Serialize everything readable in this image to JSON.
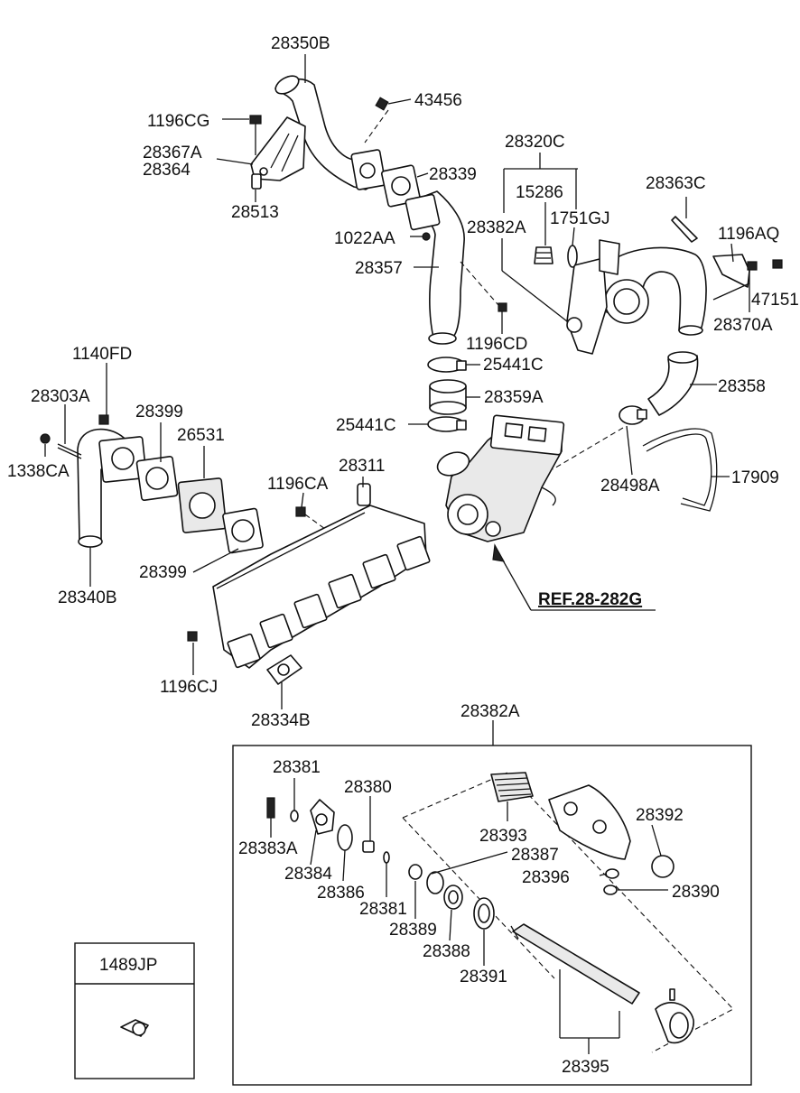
{
  "labels": {
    "p28350B": "28350B",
    "p43456": "43456",
    "p1196CG": "1196CG",
    "p28367A": "28367A",
    "p28364": "28364",
    "p28513": "28513",
    "p28339": "28339",
    "p1022AA": "1022AA",
    "p28357": "28357",
    "p1196CD": "1196CD",
    "p28320C": "28320C",
    "p15286": "15286",
    "p1751GJ": "1751GJ",
    "p28382A_top": "28382A",
    "p28363C": "28363C",
    "p1196AQ": "1196AQ",
    "p47151": "47151",
    "p28370A": "28370A",
    "p28358": "28358",
    "p25441C_a": "25441C",
    "p28359A": "28359A",
    "p25441C_b": "25441C",
    "p28498A": "28498A",
    "p17909": "17909",
    "ref": "REF.28-282G",
    "p1140FD": "1140FD",
    "p28303A": "28303A",
    "p1338CA": "1338CA",
    "p28399_a": "28399",
    "p26531": "26531",
    "p28399_b": "28399",
    "p28340B": "28340B",
    "p1196CA": "1196CA",
    "p28311": "28311",
    "p1196CJ": "1196CJ",
    "p28334B": "28334B",
    "p28382A_box": "28382A",
    "p28381_a": "28381",
    "p28380": "28380",
    "p28383A": "28383A",
    "p28384": "28384",
    "p28386": "28386",
    "p28381_b": "28381",
    "p28393": "28393",
    "p28387": "28387",
    "p28392": "28392",
    "p28396": "28396",
    "p28390": "28390",
    "p28389": "28389",
    "p28388": "28388",
    "p28391": "28391",
    "p28395": "28395"
  },
  "legend_box": {
    "part_number": "1489JP"
  }
}
